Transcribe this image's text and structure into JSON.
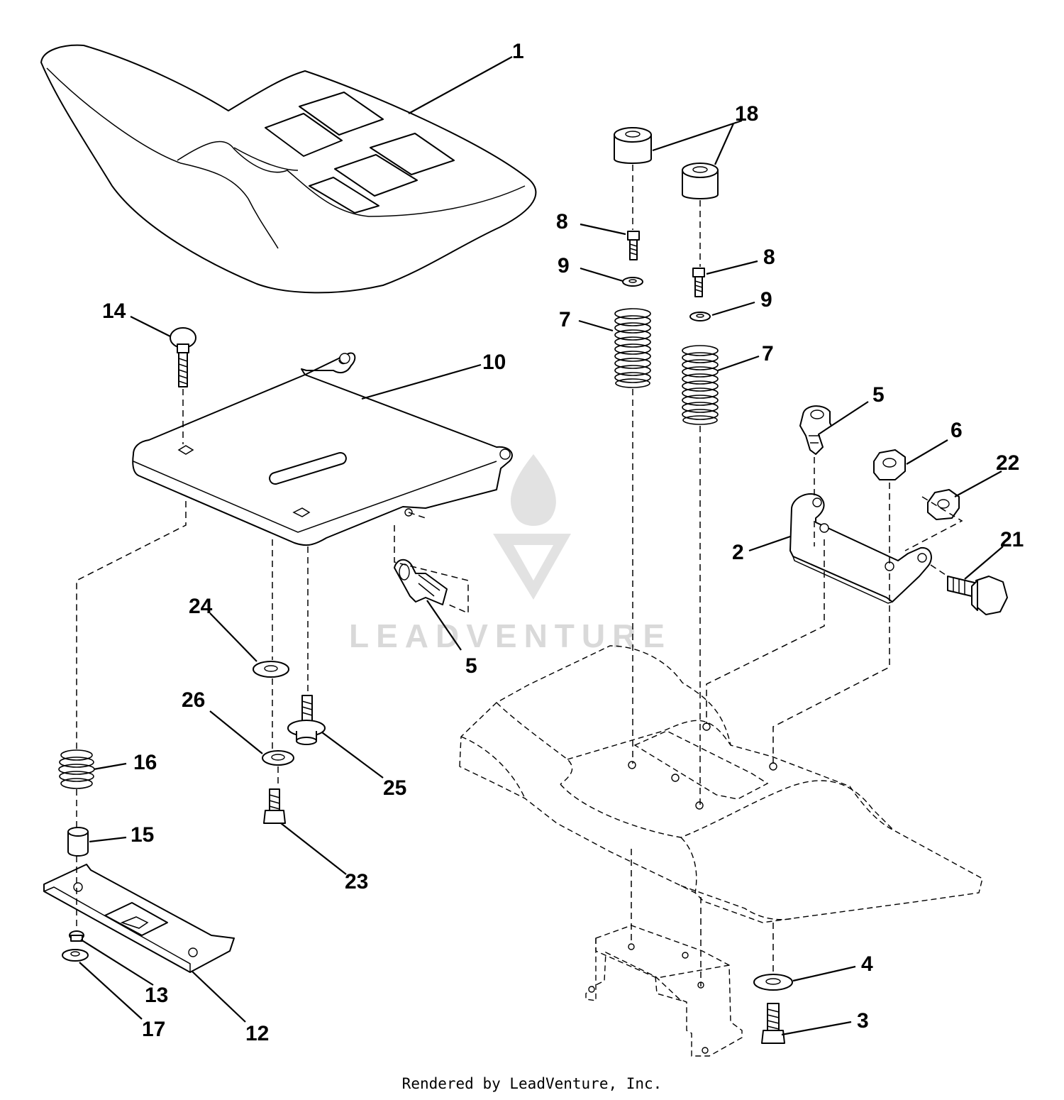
{
  "callouts": {
    "c1": "1",
    "c2": "2",
    "c3": "3",
    "c4": "4",
    "c5a": "5",
    "c5b": "5",
    "c6": "6",
    "c7a": "7",
    "c7b": "7",
    "c8a": "8",
    "c8b": "8",
    "c9a": "9",
    "c9b": "9",
    "c10": "10",
    "c12": "12",
    "c13": "13",
    "c14": "14",
    "c15": "15",
    "c16": "16",
    "c17": "17",
    "c18": "18",
    "c21": "21",
    "c22": "22",
    "c23": "23",
    "c24": "24",
    "c25": "25",
    "c26": "26"
  },
  "watermark": {
    "text": "LEADVENTURE"
  },
  "footer": {
    "text": "Rendered by LeadVenture, Inc."
  }
}
